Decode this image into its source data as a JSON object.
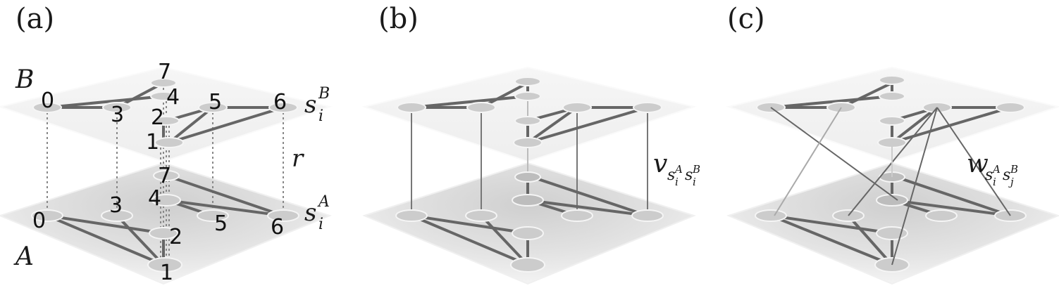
{
  "panels": [
    {
      "label": "(a)",
      "layer_top": "B",
      "layer_bottom": "A",
      "node_ids": [
        "0",
        "1",
        "2",
        "3",
        "4",
        "5",
        "6",
        "7"
      ],
      "annot_r": "r",
      "annot_top_base": "s",
      "annot_top_sub": "i",
      "annot_top_sup": "B",
      "annot_bot_base": "s",
      "annot_bot_sub": "i",
      "annot_bot_sup": "A"
    },
    {
      "label": "(b)",
      "annot_base": "v",
      "annot_sub1_base": "s",
      "annot_sub1_sub": "i",
      "annot_sub1_sup": "A",
      "annot_sub2_base": "s",
      "annot_sub2_sub": "i",
      "annot_sub2_sup": "B"
    },
    {
      "label": "(c)",
      "annot_base": "w",
      "annot_sub1_base": "s",
      "annot_sub1_sub": "i",
      "annot_sub1_sup": "A",
      "annot_sub2_base": "s",
      "annot_sub2_sub": "j",
      "annot_sub2_sup": "B"
    }
  ],
  "colors": {
    "plane_top": "#f4f4f4",
    "plane_bottom": "#e6e6e6",
    "node": "#cccccc",
    "edge": "#666666",
    "interlink": "#777777"
  }
}
